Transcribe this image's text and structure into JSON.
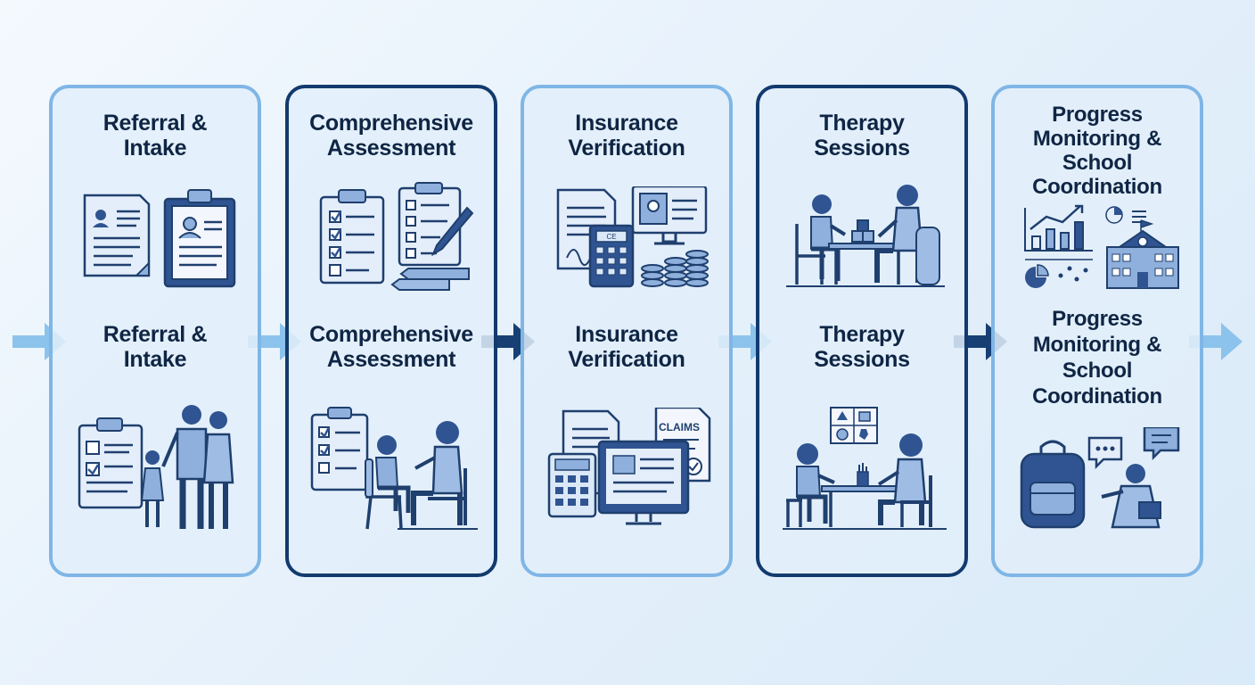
{
  "colors": {
    "light_border": "#7fb6e6",
    "dark_border": "#123a6e",
    "ink": "#1f3f6e",
    "fill_light": "#dbe8f7",
    "fill_mid": "#8fb0dc",
    "fill_dark": "#2f5491"
  },
  "steps": [
    {
      "top_title": "Referral & Intake",
      "mid_title": "Referral & Intake",
      "border": "light"
    },
    {
      "top_title": "Comprehensive Assessment",
      "mid_title": "Comprehensive Assessment",
      "border": "dark"
    },
    {
      "top_title": "Insurance Verification",
      "mid_title": "Insurance Verification",
      "border": "light"
    },
    {
      "top_title": "Therapy Sessions",
      "mid_title": "Therapy Sessions",
      "border": "dark"
    },
    {
      "top_title": "Progress Monitoring & School Coordination",
      "mid_title": "Progress Monitoring & School Coordination",
      "border": "light"
    }
  ],
  "claims_label": "CLAIMS",
  "calc_label": "CE"
}
